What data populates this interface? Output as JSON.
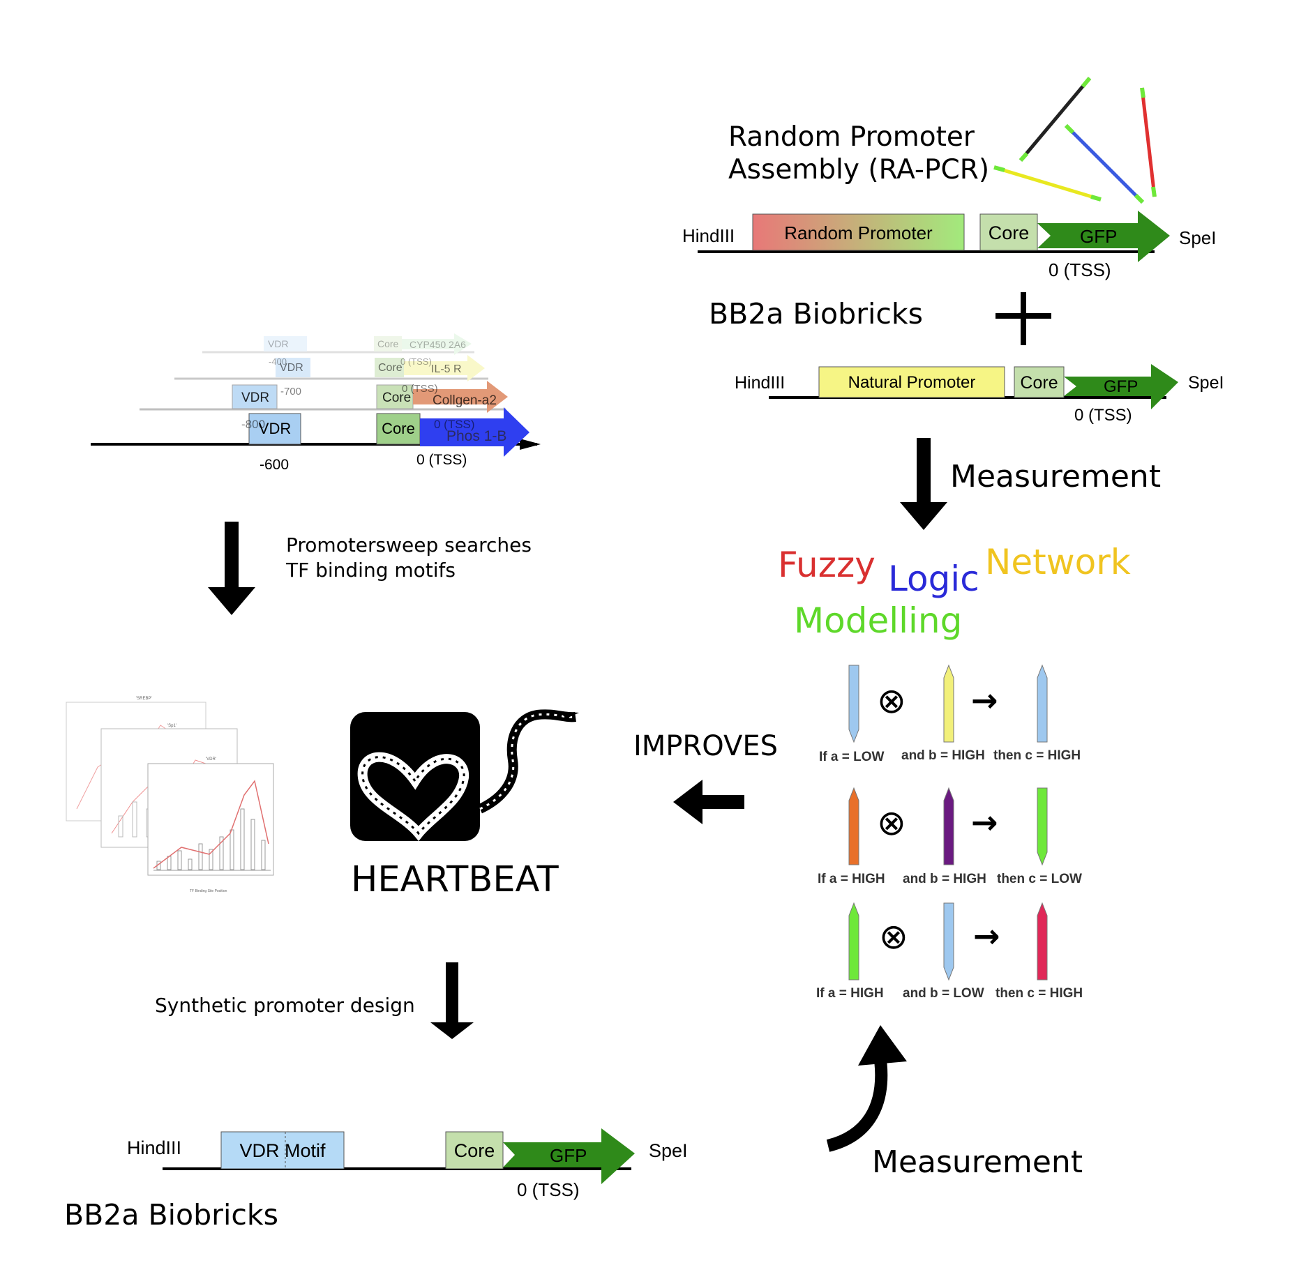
{
  "colors": {
    "gfp": "#2f8a1a",
    "core": "#b8d8a0",
    "vdr": "#a9cff2",
    "natural_promoter": "#f6f58a",
    "random_promoter_start": "#e87a7a",
    "random_promoter_end": "#9fe87a",
    "fuzzy": "#d93030",
    "logic": "#2a2ad8",
    "network": "#f0c420",
    "modelling": "#5ed82a",
    "phos": "#2f3ff0",
    "collagen": "#d9784a",
    "il5r": "#f2f08a",
    "cyp": "#a8e0a8"
  },
  "ra_pcr": {
    "title_line1": "Random Promoter",
    "title_line2": "Assembly (RA-PCR)",
    "hindiii": "HindIII",
    "promoter": "Random Promoter",
    "core": "Core",
    "gfp": "GFP",
    "spei": "SpeI",
    "tss": "0 (TSS)"
  },
  "biobricks_top": {
    "label": "BB2a Biobricks",
    "plus": "+",
    "hindiii": "HindIII",
    "promoter": "Natural Promoter",
    "core": "Core",
    "gfp": "GFP",
    "spei": "SpeI",
    "tss": "0 (TSS)"
  },
  "measurement_top": "Measurement",
  "fuzzy_title": {
    "fuzzy": "Fuzzy",
    "logic": "Logic",
    "network": "Network",
    "modelling": "Modelling"
  },
  "fuzzy_rules": [
    {
      "a": "If a = LOW",
      "b": "and b = HIGH",
      "c": "then c = HIGH",
      "colors": [
        "#9ec8ef",
        "#f2f07a",
        "#9ec8ef"
      ]
    },
    {
      "a": "If a = HIGH",
      "b": "and b = HIGH",
      "c": "then c = LOW",
      "colors": [
        "#e8702a",
        "#6a1a80",
        "#6ee83a"
      ]
    },
    {
      "a": "If a = HIGH",
      "b": "and b = LOW",
      "c": "then c = HIGH",
      "colors": [
        "#6ee83a",
        "#9ec8ef",
        "#e02858"
      ]
    }
  ],
  "rule_symbols": {
    "op": "⊗",
    "arrow": "→"
  },
  "improves": "IMPROVES",
  "measurement_bottom": "Measurement",
  "heartbeat": "HEARTBEAT",
  "promotersweep": {
    "line1": "Promotersweep searches",
    "line2": "TF binding motifs"
  },
  "stacked_promoters": {
    "vdr": "VDR",
    "core": "Core",
    "genes": [
      "CYP450 2A6",
      "IL-5 R",
      "Collgen-a2",
      "Phos 1-B"
    ],
    "offsets": [
      "-400",
      "-700",
      "-800"
    ],
    "tss": "0 (TSS)",
    "position": "-600"
  },
  "synthetic": "Synthetic promoter design",
  "design": {
    "hindiii": "HindIII",
    "promoter": "VDR Motif",
    "core": "Core",
    "gfp": "GFP",
    "spei": "SpeI",
    "tss": "0 (TSS)",
    "biobricks": "BB2a Biobricks"
  },
  "hist_titles": [
    "'SREBP'",
    "'Sp1'",
    "'VDR'"
  ],
  "hist_xlabel": "TF Binding Site Position"
}
